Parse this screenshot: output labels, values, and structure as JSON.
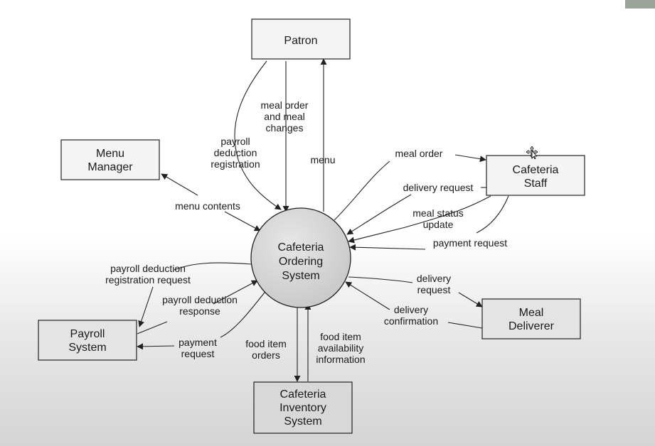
{
  "diagram": {
    "center": {
      "lines": [
        "Cafeteria",
        "Ordering",
        "System"
      ]
    },
    "entities": [
      {
        "id": "patron",
        "lines": [
          "Patron"
        ]
      },
      {
        "id": "menu-manager",
        "lines": [
          "Menu",
          "Manager"
        ]
      },
      {
        "id": "cafeteria-staff",
        "lines": [
          "Cafeteria",
          "Staff"
        ]
      },
      {
        "id": "payroll-system",
        "lines": [
          "Payroll",
          "System"
        ]
      },
      {
        "id": "meal-deliverer",
        "lines": [
          "Meal",
          "Deliverer"
        ]
      },
      {
        "id": "cafeteria-inventory-system",
        "lines": [
          "Cafeteria",
          "Inventory",
          "System"
        ]
      }
    ],
    "flows": [
      {
        "id": "payroll-deduction-registration",
        "lines": [
          "payroll",
          "deduction",
          "registration"
        ]
      },
      {
        "id": "meal-order-and-meal-changes",
        "lines": [
          "meal order",
          "and meal",
          "changes"
        ]
      },
      {
        "id": "menu",
        "lines": [
          "menu"
        ]
      },
      {
        "id": "menu-contents",
        "lines": [
          "menu contents"
        ]
      },
      {
        "id": "meal-order",
        "lines": [
          "meal order"
        ]
      },
      {
        "id": "delivery-request-staff",
        "lines": [
          "delivery request"
        ]
      },
      {
        "id": "meal-status-update",
        "lines": [
          "meal status",
          "update"
        ]
      },
      {
        "id": "payment-request-staff",
        "lines": [
          "payment request"
        ]
      },
      {
        "id": "payroll-deduction-registration-request",
        "lines": [
          "payroll deduction",
          "registration request"
        ]
      },
      {
        "id": "payroll-deduction-response",
        "lines": [
          "payroll deduction",
          "response"
        ]
      },
      {
        "id": "payment-request-payroll",
        "lines": [
          "payment",
          "request"
        ]
      },
      {
        "id": "food-item-orders",
        "lines": [
          "food item",
          "orders"
        ]
      },
      {
        "id": "food-item-availability-information",
        "lines": [
          "food item",
          "availability",
          "information"
        ]
      },
      {
        "id": "delivery-request-deliverer",
        "lines": [
          "delivery",
          "request"
        ]
      },
      {
        "id": "delivery-confirmation",
        "lines": [
          "delivery",
          "confirmation"
        ]
      }
    ]
  }
}
